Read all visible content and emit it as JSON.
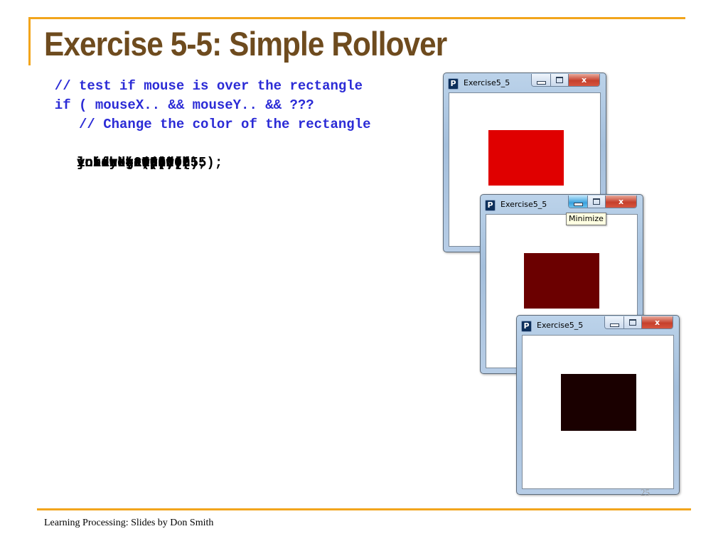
{
  "slide": {
    "title": "Exercise 5-5:  Simple Rollover",
    "footer": "Learning Processing:  Slides by Don Smith",
    "slide_number": "25"
  },
  "code_lines": [
    {
      "text": "int x = 50;",
      "style": "code"
    },
    {
      "text": "int y = 50;",
      "style": "code"
    },
    {
      "text": "int w = 100;",
      "style": "code"
    },
    {
      "text": "int h = 75;",
      "style": "code"
    },
    {
      "text": "",
      "style": "code"
    },
    {
      "text": "void setup() {",
      "style": "code"
    },
    {
      "text": "  size(200,200);",
      "style": "code"
    },
    {
      "text": "}",
      "style": "code"
    },
    {
      "text": "",
      "style": "code"
    },
    {
      "text": "void draw() {",
      "style": "code"
    },
    {
      "text": "  background(255);",
      "style": "code"
    },
    {
      "text": "  stroke(255);",
      "style": "code"
    },
    {
      "text": "  // test if mouse is over the rectangle",
      "style": "comment"
    },
    {
      "text": "  if ( mouseX.. && mouseY.. && ???",
      "style": "blue"
    },
    {
      "text": "     // Change the color of the rectangle",
      "style": "comment"
    },
    {
      "text": "  rect(x,y,w,h);",
      "style": "code"
    },
    {
      "text": "}",
      "style": "code"
    }
  ],
  "windows": [
    {
      "title": "Exercise5_5",
      "icon_letter": "P",
      "icon": "processing-app-icon",
      "rect_color": "#e00000",
      "minimize_hover": false
    },
    {
      "title": "Exercise5_5",
      "icon_letter": "P",
      "icon": "processing-app-icon",
      "rect_color": "#6b0000",
      "minimize_hover": true
    },
    {
      "title": "Exercise5_5",
      "icon_letter": "P",
      "icon": "processing-app-icon",
      "rect_color": "#1a0000",
      "minimize_hover": false
    }
  ],
  "window_controls": {
    "close_glyph": "x",
    "icons": [
      "minimize-icon",
      "maximize-icon",
      "close-icon"
    ]
  },
  "tooltip": "Minimize",
  "colors": {
    "accent": "#f2a51c",
    "title": "#6e4b1e",
    "comment": "#2b2bd6"
  }
}
